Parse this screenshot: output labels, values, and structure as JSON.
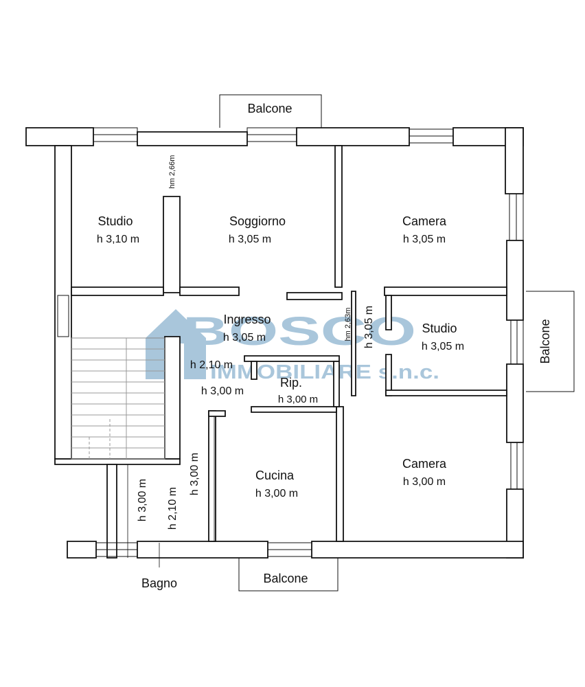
{
  "rooms": {
    "studio_left": {
      "name": "Studio",
      "height": "h 3,10 m"
    },
    "soggiorno": {
      "name": "Soggiorno",
      "height": "h 3,05 m"
    },
    "camera_top": {
      "name": "Camera",
      "height": "h 3,05 m"
    },
    "ingresso": {
      "name": "Ingresso",
      "height": "h 3,05 m"
    },
    "studio_right": {
      "name": "Studio",
      "height": "h 3,05 m"
    },
    "rip": {
      "name": "Rip.",
      "height": "h 3,00 m"
    },
    "cucina": {
      "name": "Cucina",
      "height": "h 3,00 m"
    },
    "camera_bottom": {
      "name": "Camera",
      "height": "h 3,00 m"
    },
    "bagno": {
      "name": "Bagno"
    }
  },
  "balconies": {
    "top": "Balcone",
    "bottom": "Balcone",
    "right": "Balcone"
  },
  "annotations": {
    "hm_soggiorno": "hm 2,66m",
    "hm_corridor": "hm 2,63m",
    "corridor_height": "h 3,05 m",
    "h_210_ingresso": "h 2,10 m",
    "h_300_ingresso": "h 3,00 m",
    "h_300_disimpegno": "h 3,00 m",
    "bagno_h_300": "h 3,00 m",
    "bagno_h_210": "h 2,10 m"
  },
  "watermark": {
    "line1": "BOSCO",
    "line2": "IMMOBILIARE s.n.c."
  },
  "colors": {
    "wall": "#ffffff",
    "stroke": "#111111",
    "watermark": "#8db4d0"
  }
}
